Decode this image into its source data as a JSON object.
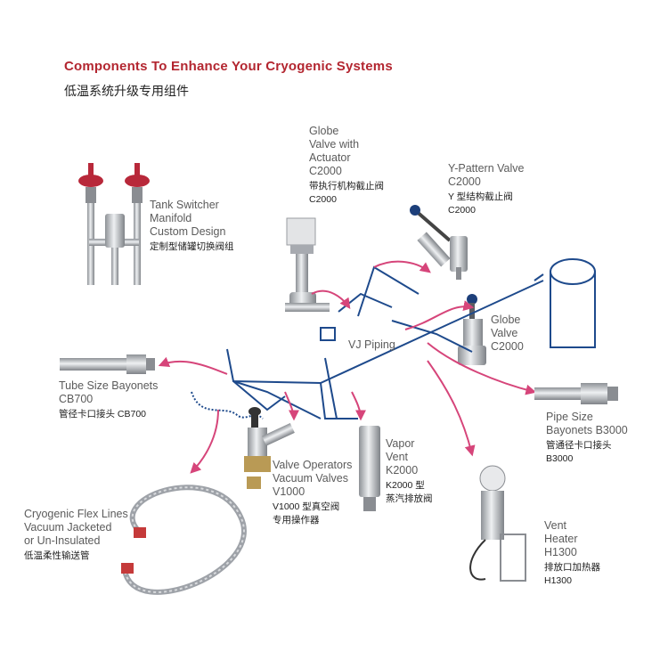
{
  "header": {
    "title_en": "Components To Enhance Your Cryogenic Systems",
    "title_cn": "低温系统升级专用组件"
  },
  "components": {
    "globe_actuator": {
      "en": "Globe\nValve with\nActuator\nC2000",
      "cn": "带执行机构截止阀\nC2000"
    },
    "ypattern": {
      "en": "Y-Pattern Valve\nC2000",
      "cn": "Y 型结构截止阀\nC2000"
    },
    "tank_switcher": {
      "en": "Tank Switcher\nManifold\nCustom Design",
      "cn": "定制型储罐切换阀组"
    },
    "globe_valve": {
      "en": "Globe\nValve\nC2000",
      "cn": ""
    },
    "vj_piping": {
      "en": "VJ Piping",
      "cn": ""
    },
    "tube_bayonets": {
      "en": "Tube Size Bayonets\nCB700",
      "cn": "管径卡口接头 CB700"
    },
    "pipe_bayonets": {
      "en": "Pipe Size\nBayonets B3000",
      "cn": "管通径卡口接头\nB3000"
    },
    "valve_operators": {
      "en": "Valve Operators\nVacuum Valves\nV1000",
      "cn": "V1000 型真空阀\n专用操作器"
    },
    "vapor_vent": {
      "en": "Vapor\nVent\nK2000",
      "cn": "K2000 型\n蒸汽排放阀"
    },
    "flex_lines": {
      "en": "Cryogenic Flex Lines\nVacuum Jacketed\nor Un-Insulated",
      "cn": "低温柔性输送管"
    },
    "vent_heater": {
      "en": "Vent\nHeater\nH1300",
      "cn": "排放口加热器\nH1300"
    }
  },
  "colors": {
    "title_red": "#b32630",
    "pipe_blue": "#1e4a8c",
    "arrow_pink": "#d6457a",
    "metal": "#b9bcc0",
    "actuator_red": "#b8283a"
  }
}
